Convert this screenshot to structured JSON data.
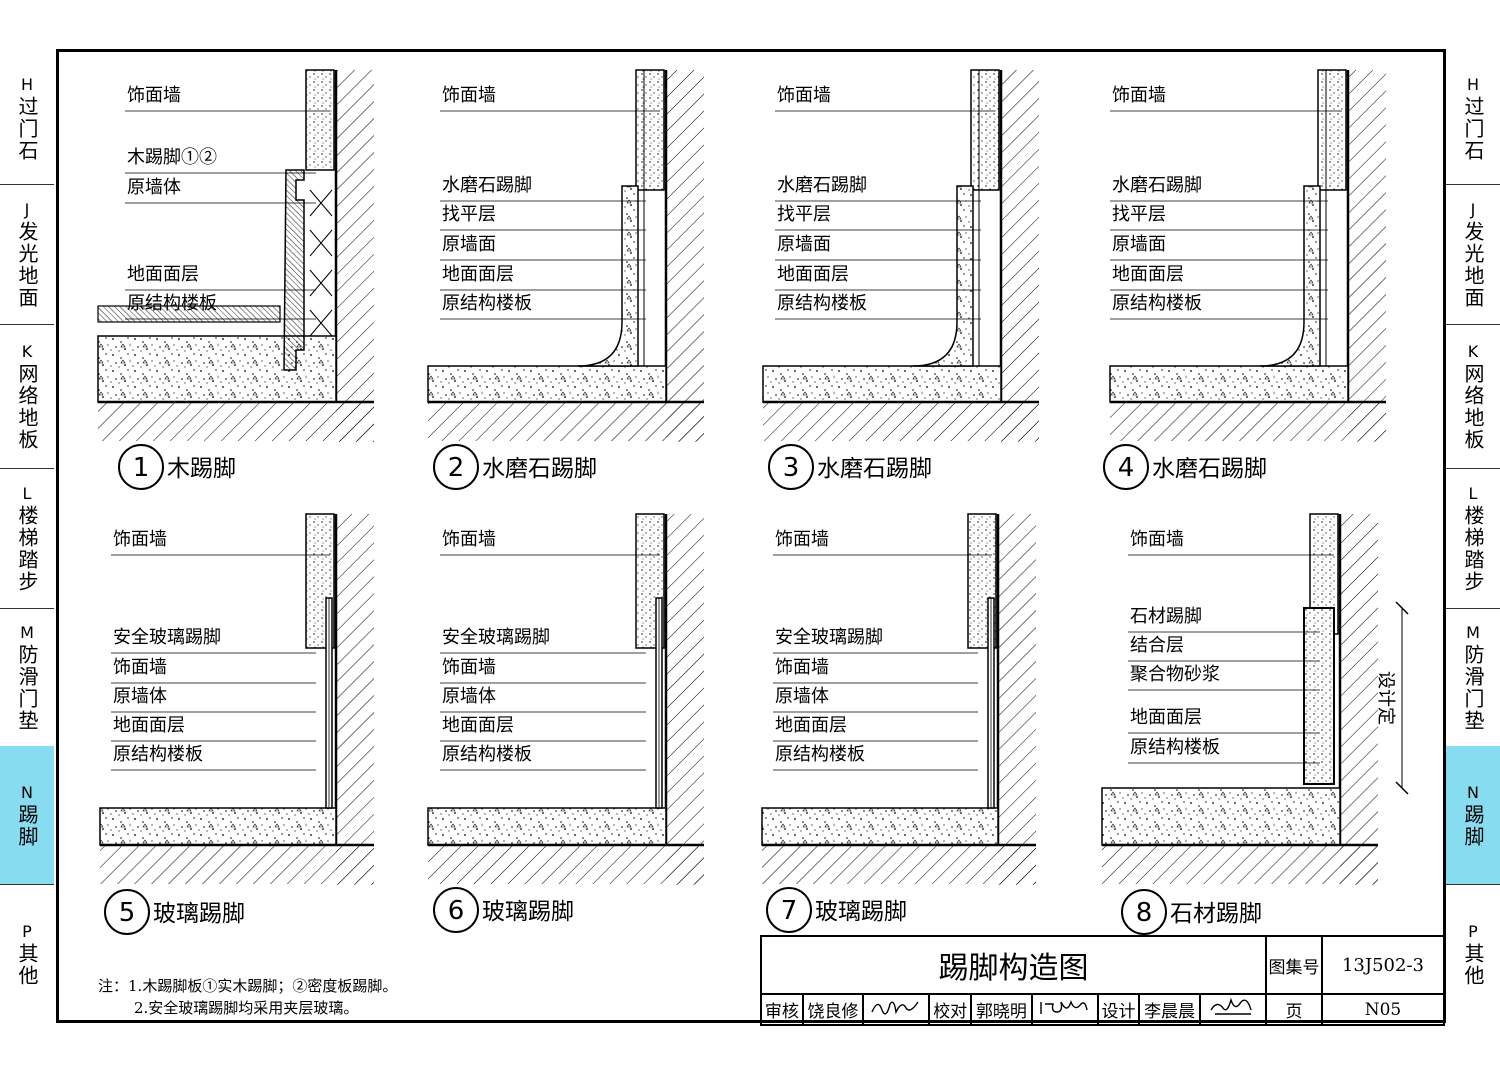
{
  "side_tabs": [
    {
      "code": "H",
      "label": "过门石",
      "active": false
    },
    {
      "code": "J",
      "label": "发光地面",
      "active": false
    },
    {
      "code": "K",
      "label": "网络地板",
      "active": false
    },
    {
      "code": "L",
      "label": "楼梯踏步",
      "active": false
    },
    {
      "code": "M",
      "label": "防滑门垫",
      "active": false
    },
    {
      "code": "N",
      "label": "踢脚",
      "active": true
    },
    {
      "code": "P",
      "label": "其他",
      "active": false
    }
  ],
  "details": [
    {
      "num": "1",
      "title": "木踢脚",
      "labels": [
        "饰面墙",
        "木踢脚①②",
        "原墙体",
        "地面面层",
        "原结构楼板"
      ]
    },
    {
      "num": "2",
      "title": "水磨石踢脚",
      "labels": [
        "饰面墙",
        "水磨石踢脚",
        "找平层",
        "原墙面",
        "地面面层",
        "原结构楼板"
      ]
    },
    {
      "num": "3",
      "title": "水磨石踢脚",
      "labels": [
        "饰面墙",
        "水磨石踢脚",
        "找平层",
        "原墙面",
        "地面面层",
        "原结构楼板"
      ]
    },
    {
      "num": "4",
      "title": "水磨石踢脚",
      "labels": [
        "饰面墙",
        "水磨石踢脚",
        "找平层",
        "原墙面",
        "地面面层",
        "原结构楼板"
      ]
    },
    {
      "num": "5",
      "title": "玻璃踢脚",
      "labels": [
        "饰面墙",
        "安全玻璃踢脚",
        "饰面墙",
        "原墙体",
        "地面面层",
        "原结构楼板"
      ]
    },
    {
      "num": "6",
      "title": "玻璃踢脚",
      "labels": [
        "饰面墙",
        "安全玻璃踢脚",
        "饰面墙",
        "原墙体",
        "地面面层",
        "原结构楼板"
      ]
    },
    {
      "num": "7",
      "title": "玻璃踢脚",
      "labels": [
        "饰面墙",
        "安全玻璃踢脚",
        "饰面墙",
        "原墙体",
        "地面面层",
        "原结构楼板"
      ]
    },
    {
      "num": "8",
      "title": "石材踢脚",
      "labels": [
        "饰面墙",
        "石材踢脚",
        "结合层",
        "聚合物砂浆",
        "地面面层",
        "原结构楼板"
      ]
    }
  ],
  "dimension_label": "设计定",
  "notes": {
    "prefix": "注：",
    "lines": [
      "1.木踢脚板①实木踢脚；②密度板踢脚。",
      "2.安全玻璃踢脚均采用夹层玻璃。"
    ]
  },
  "title_block": {
    "title": "踢脚构造图",
    "atlas_label": "图集号",
    "atlas_no": "13J502-3",
    "page_label": "页",
    "page_no": "N05",
    "review_label": "审核",
    "reviewer": "饶良修",
    "check_label": "校对",
    "checker": "郭晓明",
    "design_label": "设计",
    "designer": "李晨晨"
  }
}
